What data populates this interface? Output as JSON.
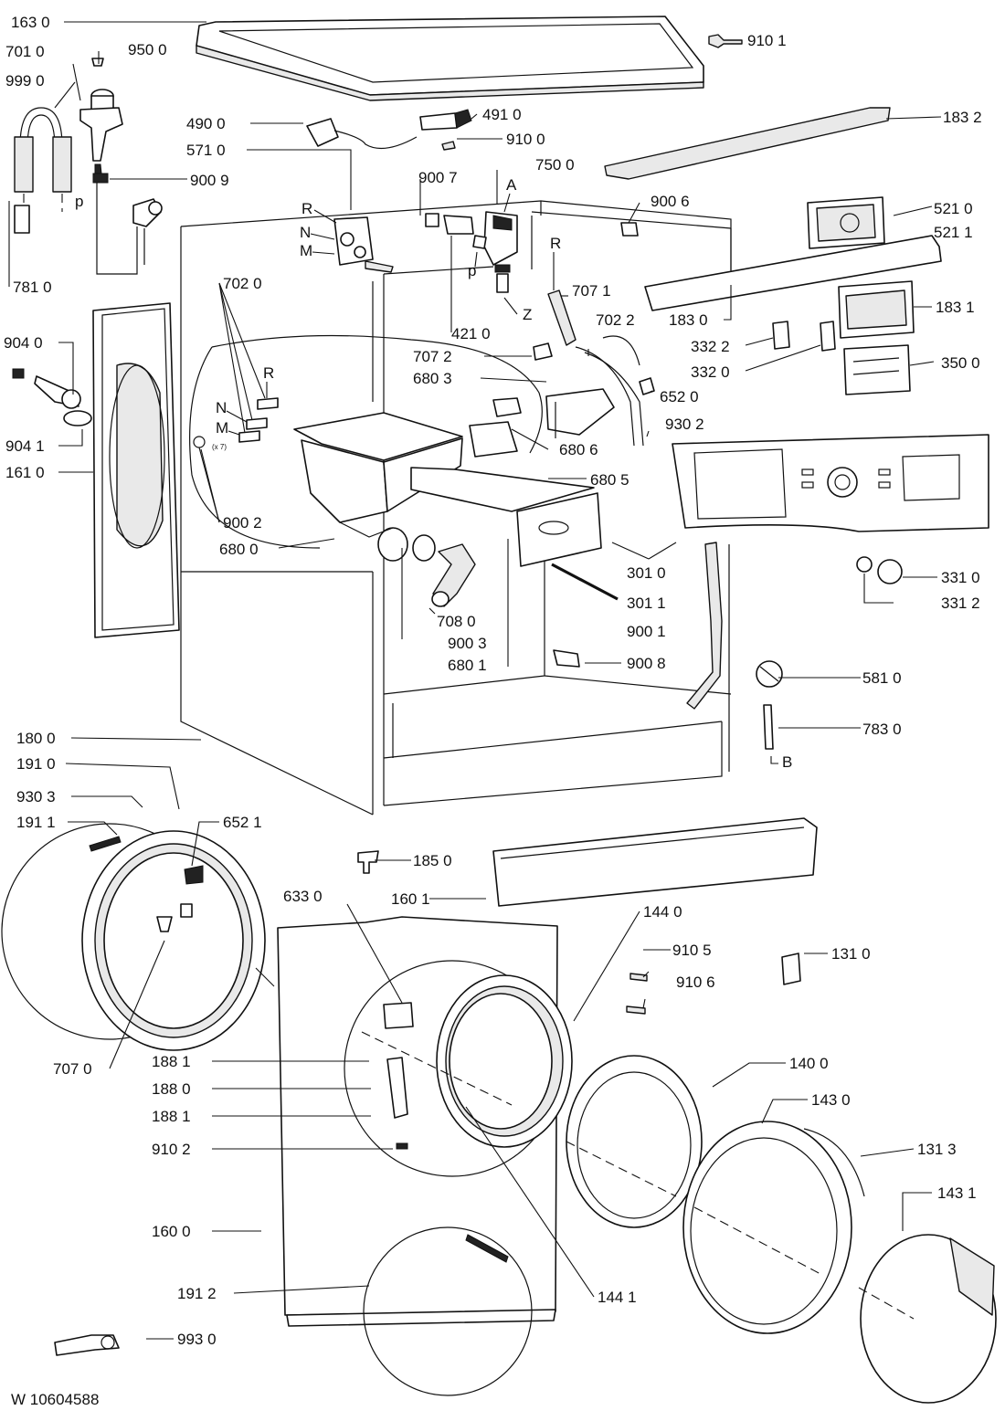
{
  "document_code": "W 10604588",
  "part_labels": {
    "p1630": "163 0",
    "p9101": "910 1",
    "p7010": "701 0",
    "p9500": "950 0",
    "p9990": "999 0",
    "p4900": "490 0",
    "p4910": "491 0",
    "p1832": "183 2",
    "p5710": "571 0",
    "p9100": "910 0",
    "p9009": "900 9",
    "p9007": "900 7",
    "p7500": "750 0",
    "p9006": "900 6",
    "p5210": "521 0",
    "p5211": "521 1",
    "p7810": "781 0",
    "p7020": "702 0",
    "p7071": "707 1",
    "p1831": "183 1",
    "p1830": "183 0",
    "p9040": "904 0",
    "p4210": "421 0",
    "p7072": "707 2",
    "p7022": "702 2",
    "p3322": "332 2",
    "p3320": "332 0",
    "p3500": "350 0",
    "p6803": "680 3",
    "p6520": "652 0",
    "p9041": "904 1",
    "p9302": "930 2",
    "p6806": "680 6",
    "p1610": "161 0",
    "p6805": "680 5",
    "p9002": "900 2",
    "p6800": "680 0",
    "p3010": "301 0",
    "p3310": "331 0",
    "p3011": "301 1",
    "p3312": "331 2",
    "p7080": "708 0",
    "p9001": "900 1",
    "p9003": "900 3",
    "p6801": "680 1",
    "p9008": "900 8",
    "p5810": "581 0",
    "p7830": "783 0",
    "p1800": "180 0",
    "p1910": "191 0",
    "p9303": "930 3",
    "p1911": "191 1",
    "p6521": "652 1",
    "p1850": "185 0",
    "p6330": "633 0",
    "p1601": "160 1",
    "p1440": "144 0",
    "p9105": "910 5",
    "p1310": "131 0",
    "p9106": "910 6",
    "p7070": "707 0",
    "p1881a": "188 1",
    "p1400": "140 0",
    "p1880": "188 0",
    "p1430": "143 0",
    "p1881b": "188 1",
    "p9102": "910 2",
    "p1313": "131 3",
    "p1431": "143 1",
    "p1600": "160 0",
    "p1912": "191 2",
    "p1441": "144 1",
    "p9930": "993 0"
  },
  "letters": {
    "R": "R",
    "N": "N",
    "M": "M",
    "A": "A",
    "Z": "Z",
    "P": "p",
    "B": "B",
    "x7": "(x 7)"
  }
}
